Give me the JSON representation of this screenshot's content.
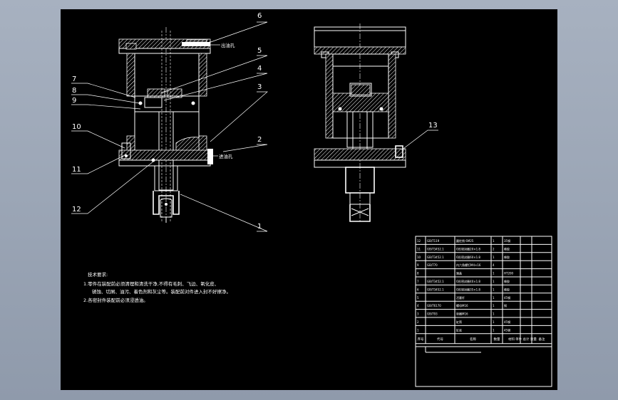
{
  "callouts": {
    "n1": "1",
    "n2": "2",
    "n3": "3",
    "n4": "4",
    "n5": "5",
    "n6": "6",
    "n7": "7",
    "n8": "8",
    "n9": "9",
    "n10": "10",
    "n11": "11",
    "n12": "12",
    "n13": "13"
  },
  "port_labels": {
    "outlet": "出油孔",
    "inlet": "进油孔"
  },
  "notes": {
    "title": "技术要求:",
    "line1": "1.零件在装配前必须清理和清洗干净,不得有毛刺、飞边、氧化皮、",
    "line2": "锈蚀、切屑、油污、着色剂和灰尘等。装配前对件进入封不好擦净。",
    "line3": "2.各密封件装配前必须浸透油。"
  },
  "bom": {
    "headers": [
      "序号",
      "代号",
      "名称",
      "数量",
      "材料",
      "单件 总计 重量",
      "备注"
    ],
    "rows": [
      [
        "12",
        "GB/T119",
        "圆柱销 6M25",
        "1",
        "35钢",
        ""
      ],
      [
        "11",
        "GB/T3452.1",
        "O形密封圈20×1.8",
        "2",
        "橡胶",
        ""
      ],
      [
        "10",
        "GB/T3452.1",
        "O形密封圈60×1.8",
        "1",
        "橡胶",
        ""
      ],
      [
        "9",
        "GB/T70",
        "内六角螺钉M4×16",
        "4",
        "",
        ""
      ],
      [
        "8",
        "",
        "端盖",
        "1",
        "HT200",
        ""
      ],
      [
        "7",
        "GB/T3452.1",
        "O形密封圈40×1.8",
        "1",
        "橡胶",
        ""
      ],
      [
        "6",
        "GB/T3452.1",
        "O形密封圈35×1.8",
        "1",
        "橡胶",
        ""
      ],
      [
        "5",
        "",
        "活塞杆",
        "1",
        "45钢",
        ""
      ],
      [
        "4",
        "GB/T6170",
        "螺母M16",
        "1",
        "钢",
        ""
      ],
      [
        "3",
        "GB/T93",
        "垫圈M16",
        "1",
        "",
        ""
      ],
      [
        "2",
        "",
        "缸筒",
        "1",
        "45钢",
        ""
      ],
      [
        "1",
        "",
        "缸底",
        "1",
        "45钢",
        ""
      ]
    ]
  }
}
